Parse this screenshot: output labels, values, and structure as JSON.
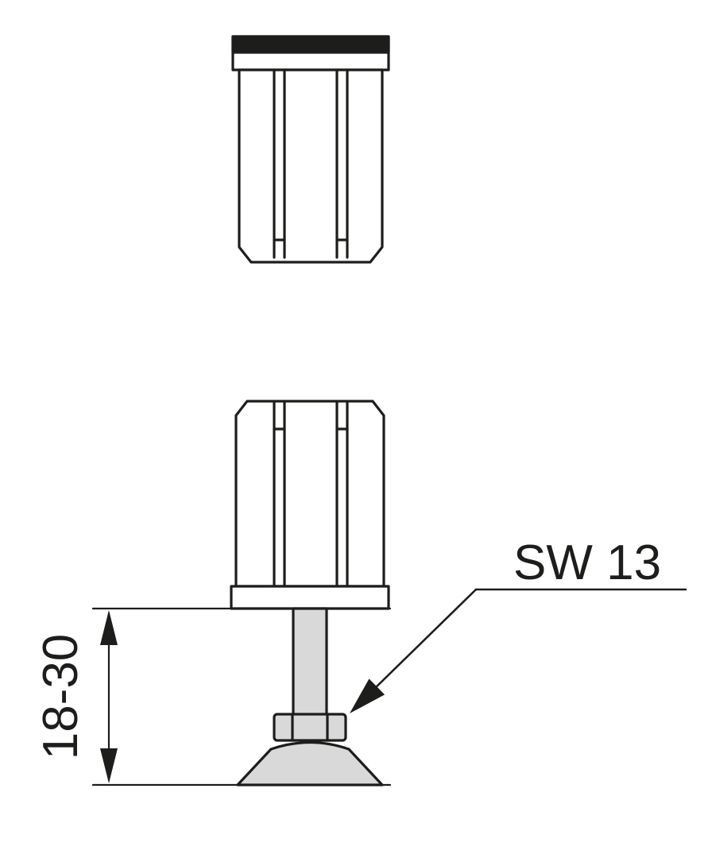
{
  "figure": {
    "type": "technical-drawing",
    "description_visible_text_only": true
  },
  "labels": {
    "wrench_size": "SW 13",
    "adjustment_range": "18-30"
  },
  "colors": {
    "line": "#1d1d1b",
    "cap_fill": "#1d1d1b",
    "metal_fill": "#d9d9d9",
    "body_fill": "#ffffff",
    "background": "#ffffff"
  }
}
